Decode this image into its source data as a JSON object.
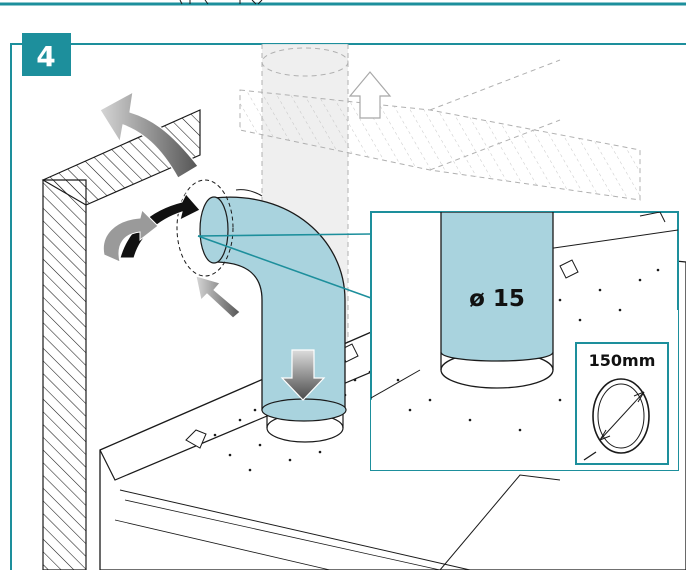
{
  "step": {
    "number": "4"
  },
  "duct": {
    "diameter_label": "ø 15"
  },
  "inset": {
    "size_label": "150mm"
  },
  "colors": {
    "teal": "#1d8f9c",
    "duct_fill": "#a9d3de",
    "ghost_fill": "#e6e6e6",
    "arrow_gray": "#8a8a8a",
    "line": "#1a1a1a"
  }
}
